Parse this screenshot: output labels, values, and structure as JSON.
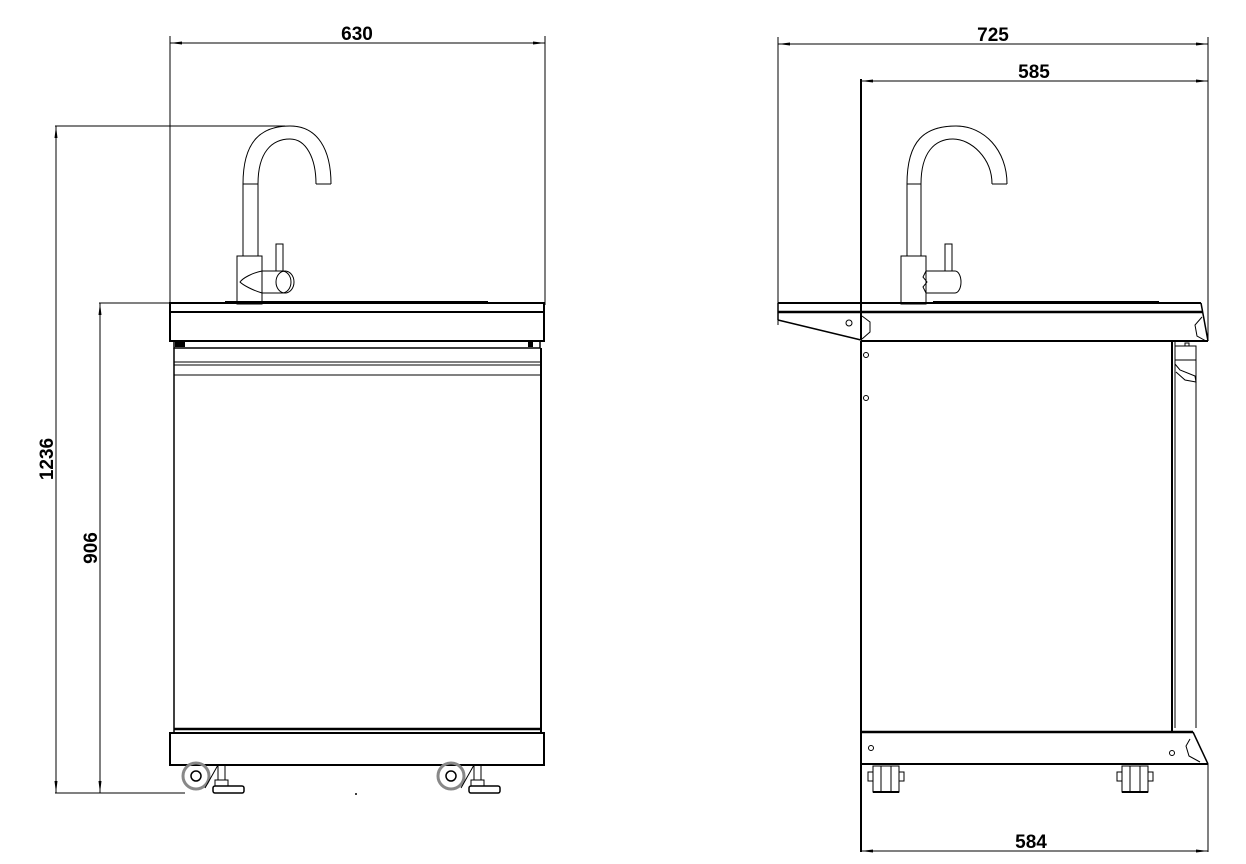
{
  "drawing": {
    "type": "technical-drawing",
    "subject": "outdoor sink cabinet with faucet",
    "line_color": "#000000",
    "background": "#ffffff"
  },
  "front_view": {
    "dimensions": {
      "width": "630",
      "total_height": "1236",
      "counter_height": "906"
    }
  },
  "side_view": {
    "dimensions": {
      "overall_depth": "725",
      "top_depth": "585",
      "base_depth": "584"
    }
  }
}
